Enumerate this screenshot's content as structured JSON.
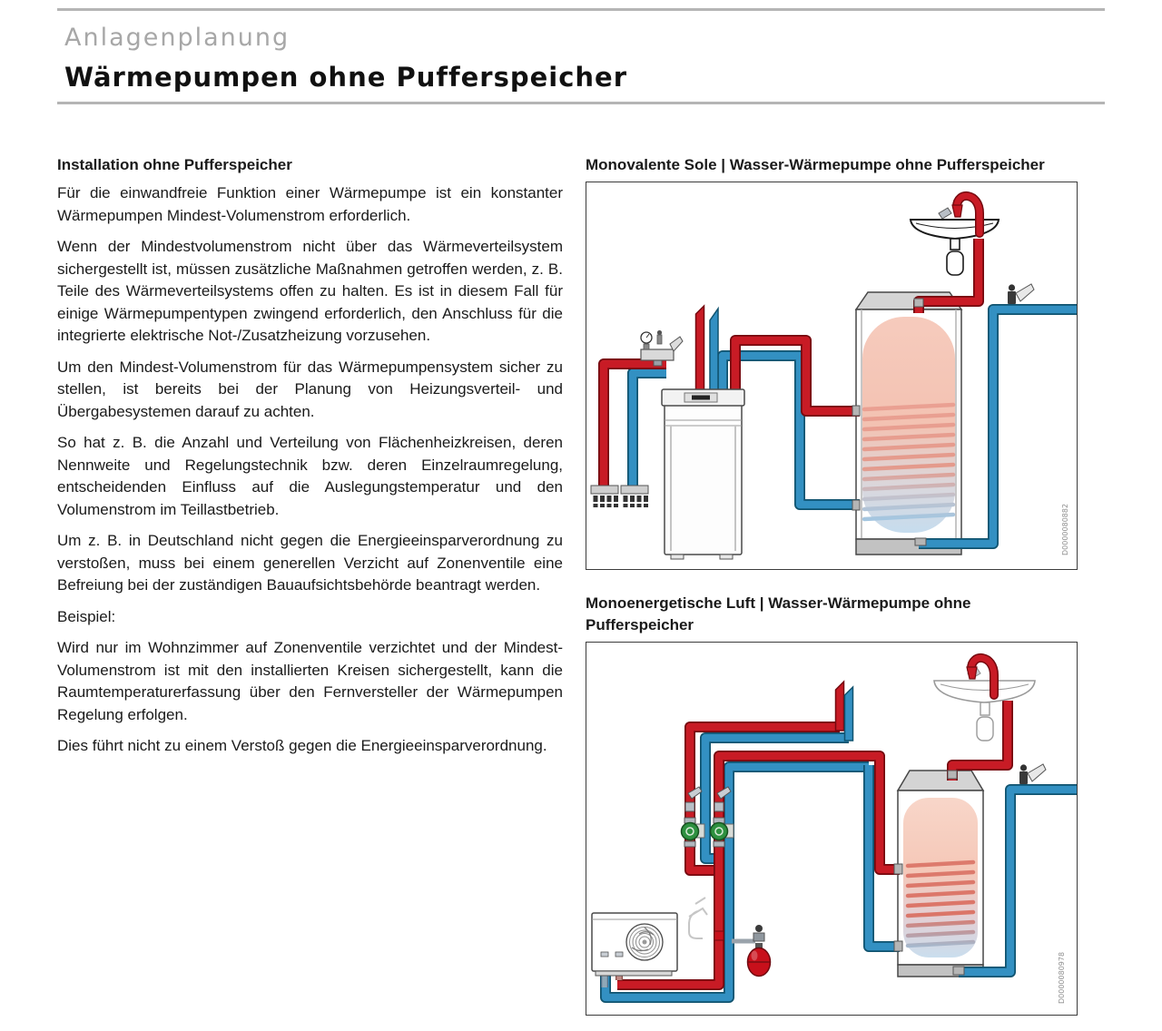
{
  "header": {
    "kicker": "Anlagenplanung",
    "title": "Wärmepumpen ohne Pufferspeicher"
  },
  "article": {
    "heading": "Installation ohne Pufferspeicher",
    "paragraphs": [
      "Für die einwandfreie Funktion einer Wärmepumpe ist ein kons­tanter Wärmepumpen Mindest-Volumenstrom erforderlich.",
      "Wenn der Mindestvolumenstrom nicht über das Wärmeverteilsys­tem sichergestellt ist, müssen zusätzliche Maßnahmen getroffen werden, z. B. Teile des Wärmeverteilsystems offen zu halten. Es ist in diesem Fall für einige Wärmepumpentypen zwingend erfor­derlich, den Anschluss für die integrierte elektrische Not-/Zusatz­heizung vorzusehen.",
      "Um den Mindest-Volumenstrom für das Wärmepumpensystem sicher zu stellen, ist bereits bei der Planung von Heizungsverteil- und Übergabesystemen darauf zu achten.",
      "So hat z. B. die Anzahl und Verteilung von Flächenheizkreisen, deren Nennweite und Regelungstechnik bzw. deren Einzelraum­regelung, entscheidenden Einfluss auf die Auslegungstemperatur und den Volumenstrom im Teillastbetrieb.",
      "Um z. B. in Deutschland nicht gegen die Energieeinsparverord­nung zu verstoßen, muss bei einem generellen Verzicht auf Zo­nenventile eine Befreiung bei der zuständigen Bauaufsichtsbe­hörde beantragt werden.",
      "Beispiel:",
      "Wird nur im Wohnzimmer auf Zonenventile verzichtet und der Mindest-Volumenstrom ist mit den installierten Kreisen sicherge­stellt, kann die Raumtemperaturerfassung über den Fernverstel­ler der Wärmepumpen Regelung erfolgen.",
      "Dies führt nicht zu einem Verstoß gegen die Energieeinsparverordnung."
    ]
  },
  "figures": [
    {
      "title": "Monovalente Sole | Wasser-Wärmepumpe ohne Pufferspeicher",
      "image_id": "D0000080882"
    },
    {
      "title": "Monoenergetische Luft | Wasser-Wärmepumpe ohne Pufferspeicher",
      "image_id": "D0000080978"
    }
  ],
  "colors": {
    "hot_pipe": "#c81b25",
    "cold_pipe": "#3390c2",
    "pump_green": "#2e9140",
    "rule_gray": "#b5b5b5",
    "kicker_gray": "#a7a7a7"
  }
}
